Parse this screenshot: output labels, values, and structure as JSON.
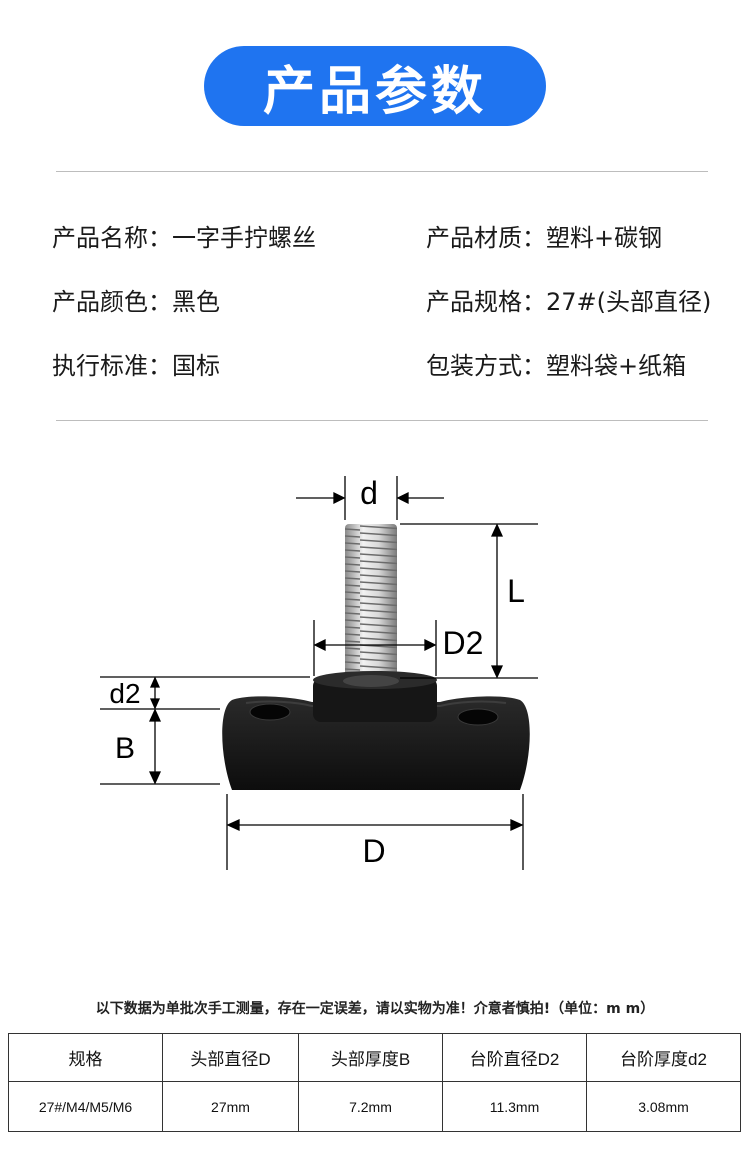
{
  "header": {
    "title": "产品参数"
  },
  "specs": {
    "name": "产品名称：一字手拧螺丝",
    "material": "产品材质：塑料+碳钢",
    "color": "产品颜色：黑色",
    "spec": "产品规格：27#(头部直径)",
    "standard": "执行标准：国标",
    "packaging": "包装方式：塑料袋+纸箱"
  },
  "diagram_labels": {
    "d": "d",
    "L": "L",
    "D2": "D2",
    "d2": "d2",
    "B": "B",
    "D": "D"
  },
  "colors": {
    "accent": "#1f74f0",
    "knob": "#141414",
    "thread": "#c9c9c9"
  },
  "note": "以下数据为单批次手工测量，存在一定误差，请以实物为准！介意者慎拍!（单位：m m）",
  "table": {
    "headers": [
      "规格",
      "头部直径D",
      "头部厚度B",
      "台阶直径D2",
      "台阶厚度d2"
    ],
    "rows": [
      [
        "27#/M4/M5/M6",
        "27mm",
        "7.2mm",
        "11.3mm",
        "3.08mm"
      ]
    ]
  }
}
